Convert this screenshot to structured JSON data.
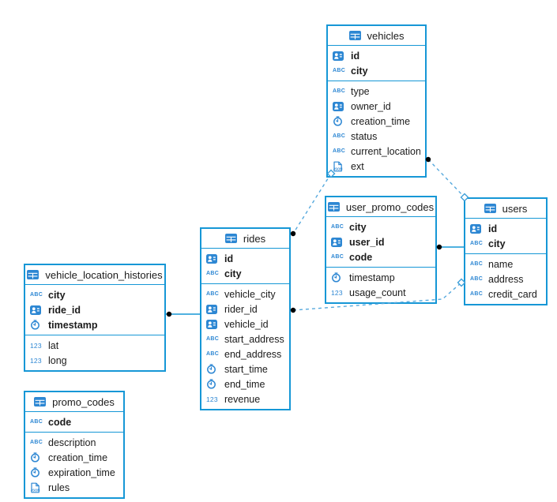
{
  "colors": {
    "table_border": "#1697d6",
    "icon_blue": "#2d87d3",
    "dashed_line": "#56a9dd",
    "solid_line": "#1697d6",
    "marker_dot": "#000000",
    "marker_diamond_fill": "#ffffff",
    "text": "#1b1b1b",
    "background": "#ffffff"
  },
  "icon_labels": {
    "text": "ABC",
    "number": "123",
    "json": "JSON"
  },
  "diagram": {
    "tables": [
      {
        "name": "vehicles",
        "key_columns": [
          {
            "name": "id",
            "type": "id"
          },
          {
            "name": "city",
            "type": "text"
          }
        ],
        "columns": [
          {
            "name": "type",
            "type": "text"
          },
          {
            "name": "owner_id",
            "type": "id"
          },
          {
            "name": "creation_time",
            "type": "time"
          },
          {
            "name": "status",
            "type": "text"
          },
          {
            "name": "current_location",
            "type": "text"
          },
          {
            "name": "ext",
            "type": "json"
          }
        ]
      },
      {
        "name": "user_promo_codes",
        "key_columns": [
          {
            "name": "city",
            "type": "text"
          },
          {
            "name": "user_id",
            "type": "id"
          },
          {
            "name": "code",
            "type": "text"
          }
        ],
        "columns": [
          {
            "name": "timestamp",
            "type": "time"
          },
          {
            "name": "usage_count",
            "type": "number"
          }
        ]
      },
      {
        "name": "users",
        "key_columns": [
          {
            "name": "id",
            "type": "id"
          },
          {
            "name": "city",
            "type": "text"
          }
        ],
        "columns": [
          {
            "name": "name",
            "type": "text"
          },
          {
            "name": "address",
            "type": "text"
          },
          {
            "name": "credit_card",
            "type": "text"
          }
        ]
      },
      {
        "name": "rides",
        "key_columns": [
          {
            "name": "id",
            "type": "id"
          },
          {
            "name": "city",
            "type": "text"
          }
        ],
        "columns": [
          {
            "name": "vehicle_city",
            "type": "text"
          },
          {
            "name": "rider_id",
            "type": "id"
          },
          {
            "name": "vehicle_id",
            "type": "id"
          },
          {
            "name": "start_address",
            "type": "text"
          },
          {
            "name": "end_address",
            "type": "text"
          },
          {
            "name": "start_time",
            "type": "time"
          },
          {
            "name": "end_time",
            "type": "time"
          },
          {
            "name": "revenue",
            "type": "number"
          }
        ]
      },
      {
        "name": "vehicle_location_histories",
        "key_columns": [
          {
            "name": "city",
            "type": "text"
          },
          {
            "name": "ride_id",
            "type": "id"
          },
          {
            "name": "timestamp",
            "type": "time"
          }
        ],
        "columns": [
          {
            "name": "lat",
            "type": "number"
          },
          {
            "name": "long",
            "type": "number"
          }
        ]
      },
      {
        "name": "promo_codes",
        "key_columns": [
          {
            "name": "code",
            "type": "text"
          }
        ],
        "columns": [
          {
            "name": "description",
            "type": "text"
          },
          {
            "name": "creation_time",
            "type": "time"
          },
          {
            "name": "expiration_time",
            "type": "time"
          },
          {
            "name": "rules",
            "type": "json"
          }
        ]
      }
    ],
    "relationships": [
      {
        "from": "rides",
        "from_marker": "dot",
        "to": "vehicles",
        "to_marker": "diamond",
        "style": "dashed"
      },
      {
        "from": "vehicles",
        "from_marker": "dot",
        "to": "users",
        "to_marker": "diamond",
        "style": "dashed"
      },
      {
        "from": "rides",
        "from_marker": "dot",
        "to": "users",
        "to_marker": "diamond",
        "style": "dashed"
      },
      {
        "from": "vehicle_location_histories",
        "from_marker": "dot",
        "to": "rides",
        "to_marker": "none",
        "style": "solid"
      },
      {
        "from": "user_promo_codes",
        "from_marker": "dot",
        "to": "users",
        "to_marker": "none",
        "style": "solid"
      }
    ]
  }
}
